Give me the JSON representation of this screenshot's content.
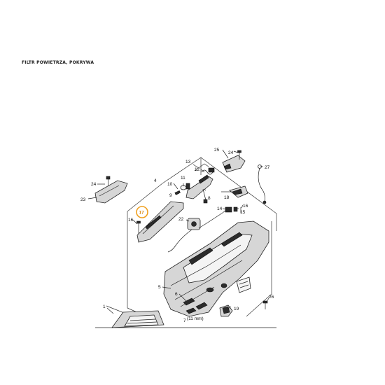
{
  "title": "FILTR POWIETRZA, POKRYWA",
  "highlight_color": "#f0a020",
  "highlighted_part": "17",
  "callouts": {
    "c1": "1",
    "c4": "4",
    "c5": "5",
    "c6": "6",
    "c7": "7",
    "c8": "8",
    "c9": "9",
    "c10": "10",
    "c11": "11",
    "c12": "12",
    "c13": "13",
    "c14": "14",
    "c15": "15",
    "c16a": "16",
    "c16b": "16",
    "c17": "17",
    "c18": "18",
    "c19": "19",
    "c22": "22",
    "c23": "23",
    "c24a": "24",
    "c24b": "24",
    "c25": "25",
    "c26": "26",
    "c27": "27"
  },
  "dimension_note": "(11 mm)"
}
